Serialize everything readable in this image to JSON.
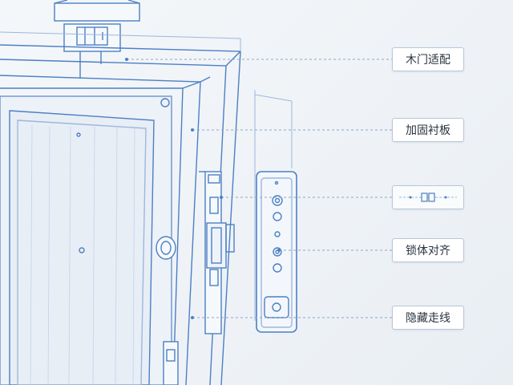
{
  "callouts": [
    {
      "id": "wood-door",
      "label": "木门适配"
    },
    {
      "id": "reinforcement",
      "label": "加固衬板"
    },
    {
      "id": "latch",
      "icon": "latch-icon"
    },
    {
      "id": "lock-align",
      "label": "锁体对齐"
    },
    {
      "id": "hidden-wiring",
      "label": "隐藏走线"
    }
  ],
  "colors": {
    "line": "#4d7fc4",
    "line_light": "#9db7dc",
    "leader": "#8ea7c6",
    "label_text": "#2a3440"
  }
}
